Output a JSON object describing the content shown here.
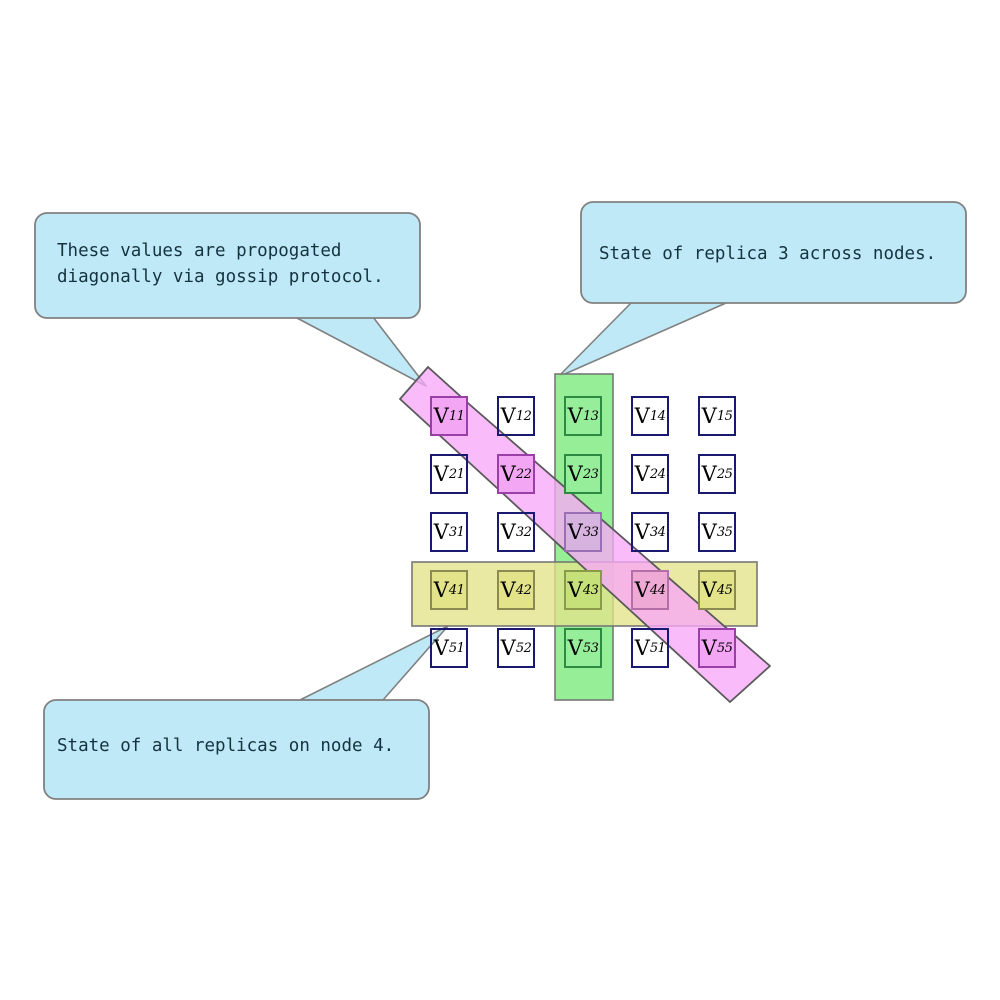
{
  "diagram": {
    "title": "Replica state grid with gossip propagation",
    "colors": {
      "cell_border": "#191970",
      "callout_fill": "#bfe9f7",
      "callout_border": "#808080",
      "column_band": "#90ee90",
      "row_band": "#e3e38a",
      "diagonal_band": "#f9a8f9",
      "background": "#ffffff"
    },
    "grid": {
      "rows": 5,
      "cols": 5,
      "cells": [
        [
          {
            "base": "V",
            "sub": "11",
            "style": "hl-pink"
          },
          {
            "base": "V",
            "sub": "12",
            "style": "plain"
          },
          {
            "base": "V",
            "sub": "13",
            "style": "hl-green"
          },
          {
            "base": "V",
            "sub": "14",
            "style": "plain"
          },
          {
            "base": "V",
            "sub": "15",
            "style": "plain"
          }
        ],
        [
          {
            "base": "V",
            "sub": "21",
            "style": "plain"
          },
          {
            "base": "V",
            "sub": "22",
            "style": "hl-pink"
          },
          {
            "base": "V",
            "sub": "23",
            "style": "hl-green"
          },
          {
            "base": "V",
            "sub": "24",
            "style": "plain"
          },
          {
            "base": "V",
            "sub": "25",
            "style": "plain"
          }
        ],
        [
          {
            "base": "V",
            "sub": "31",
            "style": "plain"
          },
          {
            "base": "V",
            "sub": "32",
            "style": "plain"
          },
          {
            "base": "V",
            "sub": "33",
            "style": "hl-violet"
          },
          {
            "base": "V",
            "sub": "34",
            "style": "plain"
          },
          {
            "base": "V",
            "sub": "35",
            "style": "plain"
          }
        ],
        [
          {
            "base": "V",
            "sub": "41",
            "style": "hl-yellow"
          },
          {
            "base": "V",
            "sub": "42",
            "style": "hl-yellow"
          },
          {
            "base": "V",
            "sub": "43",
            "style": "hl-olive"
          },
          {
            "base": "V",
            "sub": "44",
            "style": "hl-rose"
          },
          {
            "base": "V",
            "sub": "45",
            "style": "hl-yellow"
          }
        ],
        [
          {
            "base": "V",
            "sub": "51",
            "style": "plain"
          },
          {
            "base": "V",
            "sub": "52",
            "style": "plain"
          },
          {
            "base": "V",
            "sub": "53",
            "style": "hl-green"
          },
          {
            "base": "V",
            "sub": "51",
            "style": "plain"
          },
          {
            "base": "V",
            "sub": "55",
            "style": "hl-pink"
          }
        ]
      ]
    },
    "callouts": {
      "gossip": {
        "line1": "These values are propogated",
        "line2": "diagonally via gossip protocol."
      },
      "replica": {
        "line1": "State of replica 3 across nodes."
      },
      "node": {
        "line1": "State of all replicas on node 4."
      }
    },
    "bands": {
      "column_label": "replica-3-column-band",
      "row_label": "node-4-row-band",
      "diagonal_label": "gossip-diagonal-band"
    }
  }
}
